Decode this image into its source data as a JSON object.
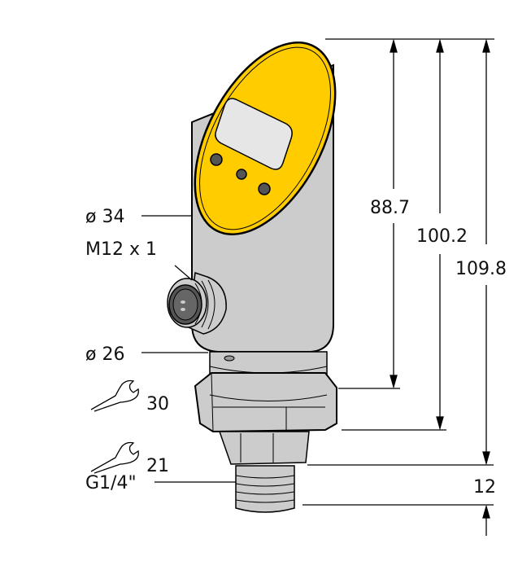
{
  "drawing": {
    "title": "Pressure sensor dimension drawing",
    "colors": {
      "housing": "#cccccc",
      "head": "#ffcc00",
      "display": "#e6e6e6",
      "button": "#555555",
      "line": "#000000"
    },
    "left_labels": {
      "diameter_top": "ø 34",
      "connector": "M12 x 1",
      "diameter_bottom": "ø 26",
      "wrench_large": "30",
      "wrench_small": "21",
      "thread": "G1/4\""
    },
    "right_dimensions": {
      "d1": "88.7",
      "d2": "100.2",
      "d3": "109.8",
      "thread_length": "12"
    }
  }
}
